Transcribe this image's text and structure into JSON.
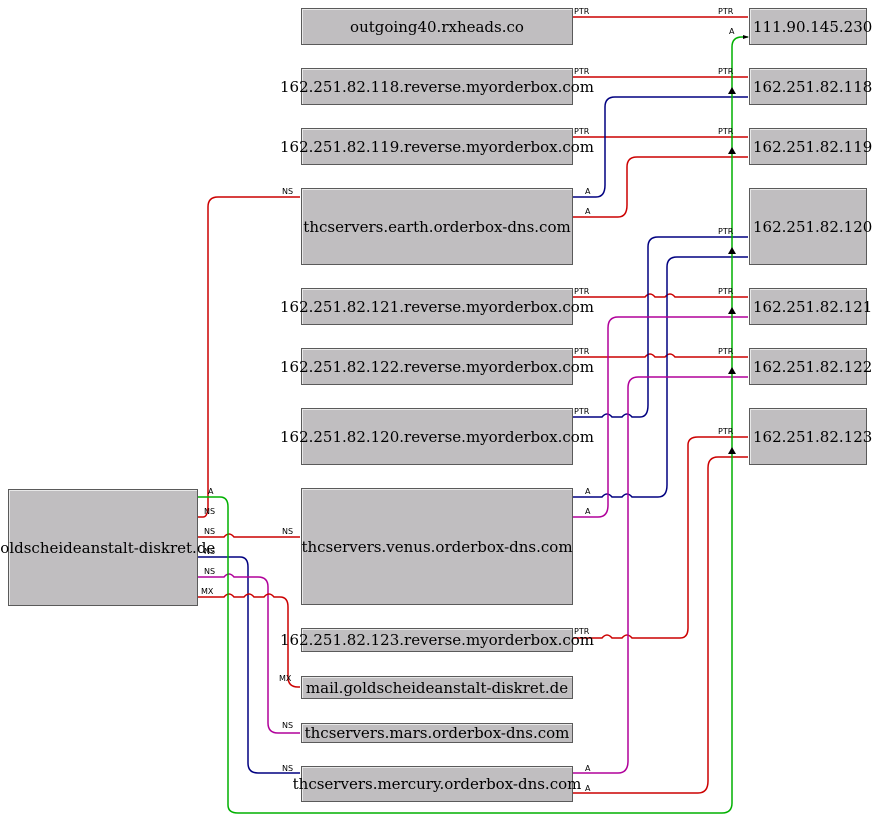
{
  "colors": {
    "ptr": "#cc0000",
    "ns_red": "#cc0000",
    "ns_blue": "#000080",
    "ns_magenta": "#b0009a",
    "a_green": "#00b000",
    "mx": "#cc0000"
  },
  "nodes": {
    "outgoing": "outgoing40.rxheads.co",
    "rev118": "162.251.82.118.reverse.myorderbox.com",
    "rev119": "162.251.82.119.reverse.myorderbox.com",
    "earth": "thcservers.earth.orderbox-dns.com",
    "rev121": "162.251.82.121.reverse.myorderbox.com",
    "rev122": "162.251.82.122.reverse.myorderbox.com",
    "rev120": "162.251.82.120.reverse.myorderbox.com",
    "venus": "thcservers.venus.orderbox-dns.com",
    "rev123": "162.251.82.123.reverse.myorderbox.com",
    "mail": "mail.goldscheideanstalt-diskret.de",
    "mars": "thcservers.mars.orderbox-dns.com",
    "mercury": "thcservers.mercury.orderbox-dns.com",
    "domain": "goldscheideanstalt-diskret.de",
    "ip230": "111.90.145.230",
    "ip118": "162.251.82.118",
    "ip119": "162.251.82.119",
    "ip120": "162.251.82.120",
    "ip121": "162.251.82.121",
    "ip122": "162.251.82.122",
    "ip123": "162.251.82.123"
  },
  "edge_labels": {
    "ptr": "PTR",
    "a": "A",
    "ns": "NS",
    "mx": "MX"
  }
}
